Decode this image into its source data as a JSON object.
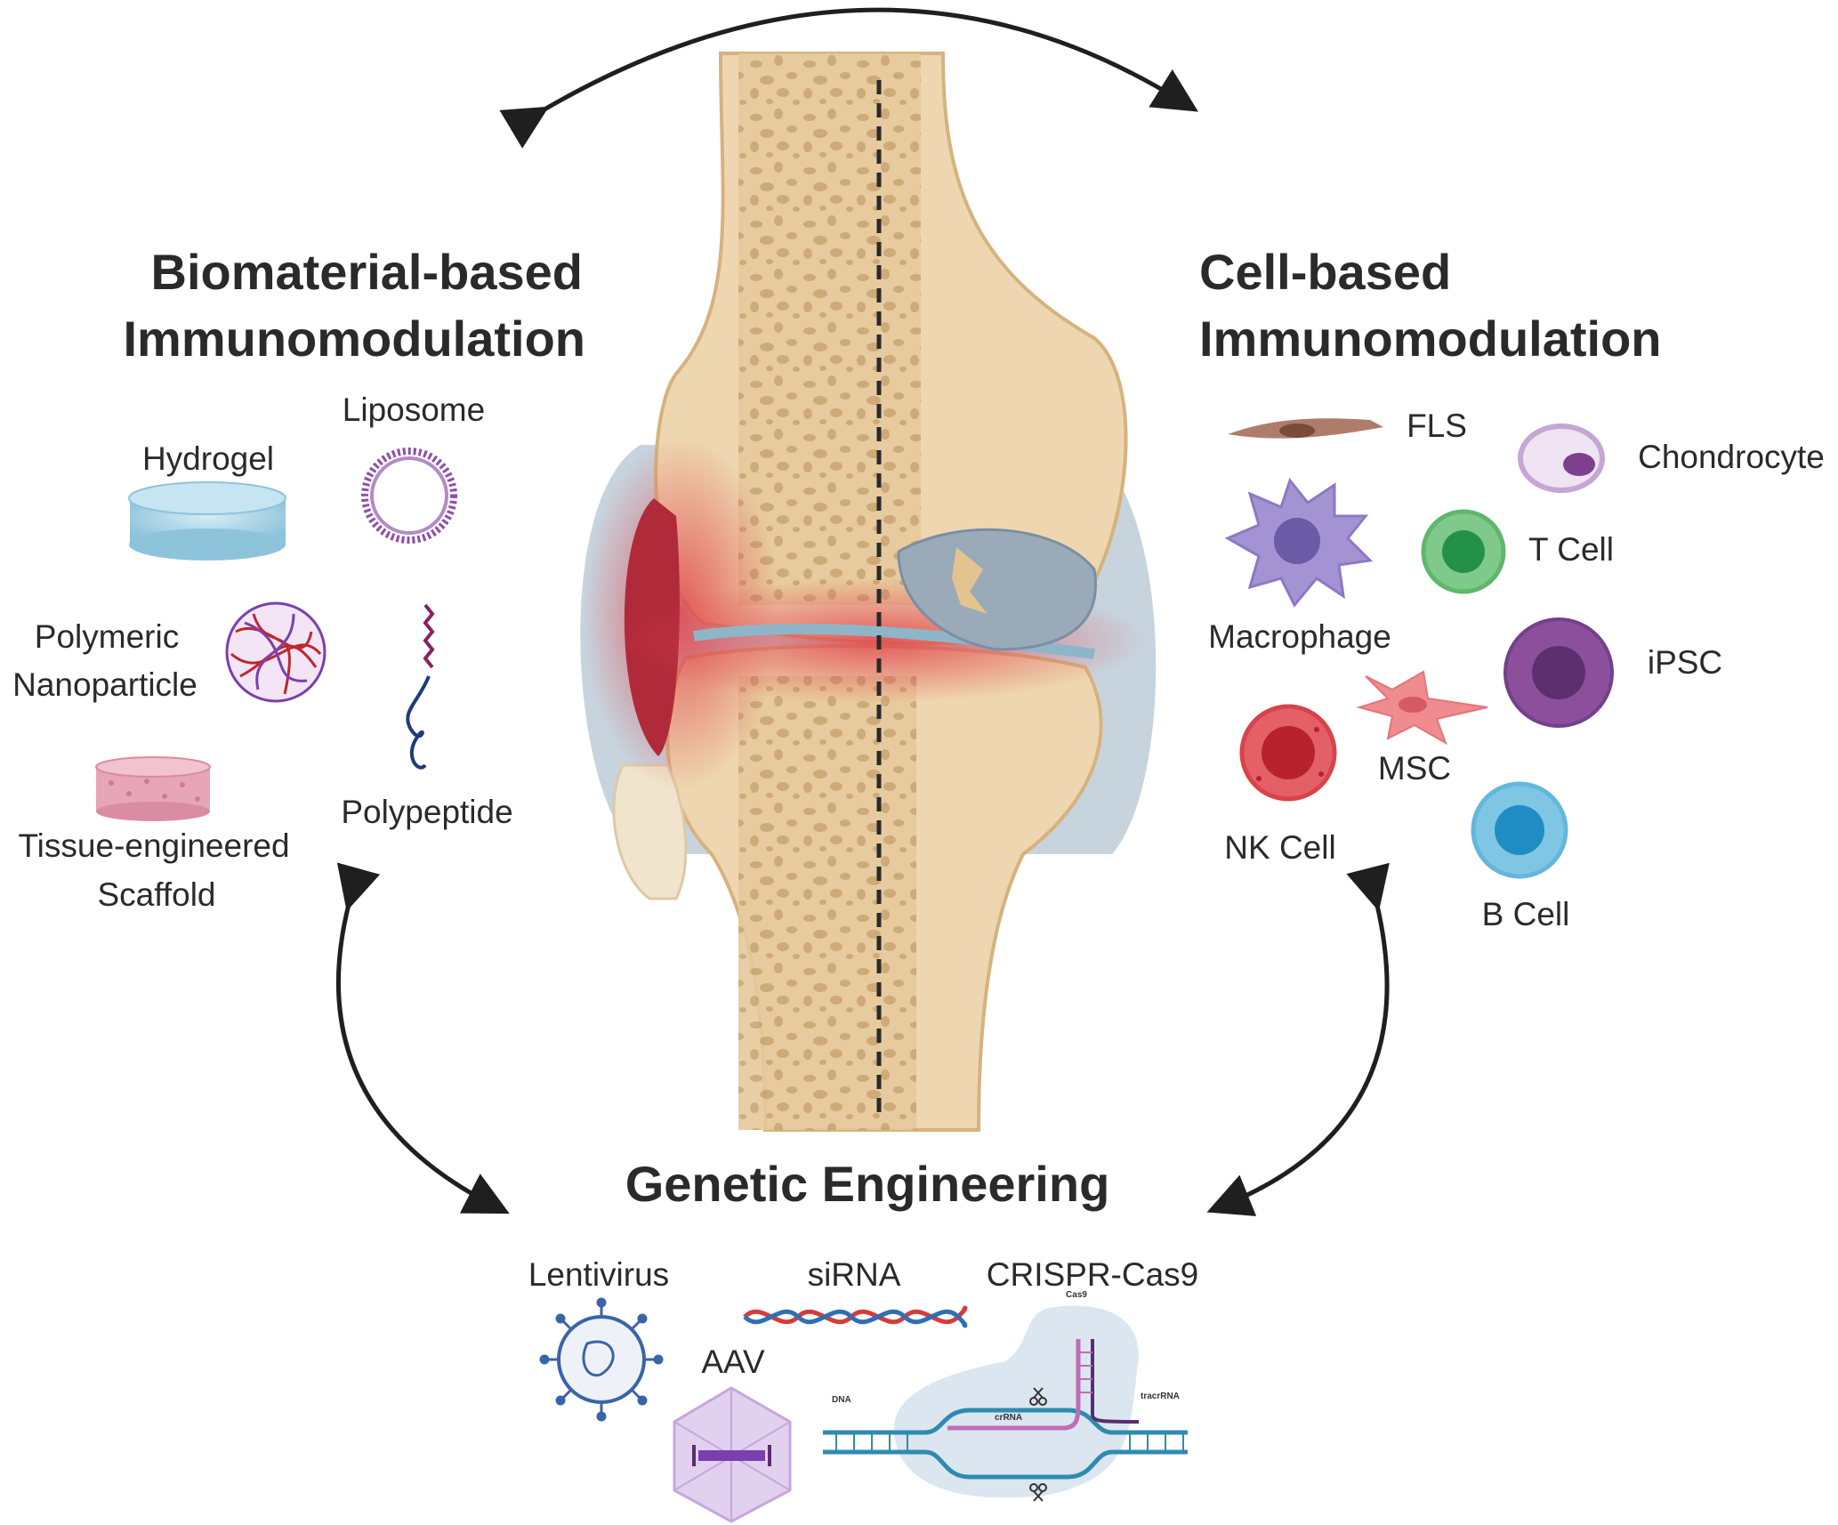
{
  "sections": {
    "biomaterial": {
      "title_line1": "Biomaterial-based",
      "title_line2": "Immunomodulation",
      "items": {
        "hydrogel": "Hydrogel",
        "liposome": "Liposome",
        "polymeric_line1": "Polymeric",
        "polymeric_line2": "Nanoparticle",
        "polypeptide": "Polypeptide",
        "scaffold_line1": "Tissue-engineered",
        "scaffold_line2": "Scaffold"
      }
    },
    "cell": {
      "title_line1": "Cell-based",
      "title_line2": "Immunomodulation",
      "items": {
        "fls": "FLS",
        "chondrocyte": "Chondrocyte",
        "macrophage": "Macrophage",
        "t_cell": "T Cell",
        "ipsc": "iPSC",
        "msc": "MSC",
        "nk_cell": "NK Cell",
        "b_cell": "B Cell"
      }
    },
    "genetic": {
      "title": "Genetic Engineering",
      "items": {
        "lentivirus": "Lentivirus",
        "sirna": "siRNA",
        "crispr": "CRISPR-Cas9",
        "aav": "AAV"
      },
      "crispr_labels": {
        "cas9": "Cas9",
        "dna": "DNA",
        "tracrrna": "tracrRNA",
        "crrna": "crRNA"
      }
    }
  },
  "colors": {
    "bone": "#e9cfa3",
    "bone_shade": "#d8b786",
    "marrow": "#c9a572",
    "inflammation": "#e0434a",
    "synovium": "#9fb4c6",
    "cartilage": "#8fb5c9",
    "hydrogel": "#a9d4e6",
    "liposome": "#8e4fa8",
    "polymer_red": "#c0262c",
    "polymer_purple": "#7a3fae",
    "scaffold": "#e7a5b8",
    "fls": "#b07c6a",
    "chondrocyte": "#c5a6d4",
    "macrophage": "#8d78c4",
    "t_cell": "#5fb76a",
    "ipsc": "#8b4f9c",
    "msc": "#f08b8f",
    "nk_cell": "#d9424a",
    "b_cell": "#62b7dc",
    "sirna_red": "#d43c3c",
    "sirna_blue": "#2e6fb5",
    "virus": "#3a64a8",
    "aav": "#c6a6dc",
    "crispr_bg": "#d5e2ee",
    "dna": "#2e8bb0",
    "crrna": "#c06cb8",
    "arrow": "#1f1f1f"
  },
  "icons": [
    "hydrogel-disc",
    "liposome-ring",
    "polymer-ball",
    "polypeptide-chain",
    "scaffold-disc",
    "knee-joint",
    "fibroblast",
    "macrophage",
    "lentivirus",
    "aav-capsid",
    "crispr-complex",
    "sirna-helix"
  ]
}
